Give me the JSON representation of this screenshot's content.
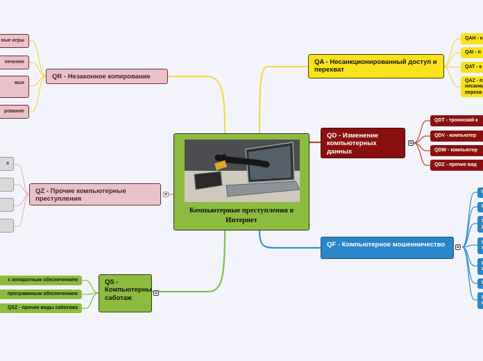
{
  "root": {
    "title": "Компьютерные преступления в Интернет",
    "image": "hacker-laptop-image"
  },
  "colors": {
    "background": "#f3f4fb",
    "root": "#8cbc3f",
    "qa": "#f8e21b",
    "qd": "#8a1010",
    "qf": "#2a86c8",
    "qr": "#e8c2c8",
    "qz": "#e8c2c8",
    "qs": "#8cbc3f",
    "link_yellow": "#f1d94a",
    "link_green": "#7cc24a",
    "link_blue": "#3a8fd1",
    "link_red": "#c0473a",
    "link_pink": "#e6b7bd"
  },
  "branches": {
    "qa": {
      "label": "QA - Несанкционированный доступ и перехват",
      "children": [
        "QAH - к",
        "QAI - п",
        "QAT - к",
        "QAZ - п несанкц перехв"
      ]
    },
    "qd": {
      "label": "QD - Изменение компьютерных данных",
      "children": [
        "QDT - троянский к",
        "QDV - компьютер",
        "QDW - компьютер",
        "QDZ - прочие вид"
      ]
    },
    "qf": {
      "label": "QF - Компьютерное мошенничество",
      "children": [
        "Q",
        "Q",
        "Q д",
        "Q т",
        "Q с",
        "Q",
        "Q к"
      ]
    },
    "qr": {
      "label": "QR - Незаконное копирование",
      "children": [
        "ные игры",
        "печение",
        "вых",
        "рование"
      ]
    },
    "qz": {
      "label": "QZ - Прочие компьютерные преступления",
      "children": [
        "s",
        "",
        "",
        ""
      ]
    },
    "qs": {
      "label": "QS - Компьютерный саботаж",
      "children": [
        "с аппаратным обеспечением",
        "программным обеспечением",
        "QSZ - прочие виды саботажа"
      ]
    }
  }
}
